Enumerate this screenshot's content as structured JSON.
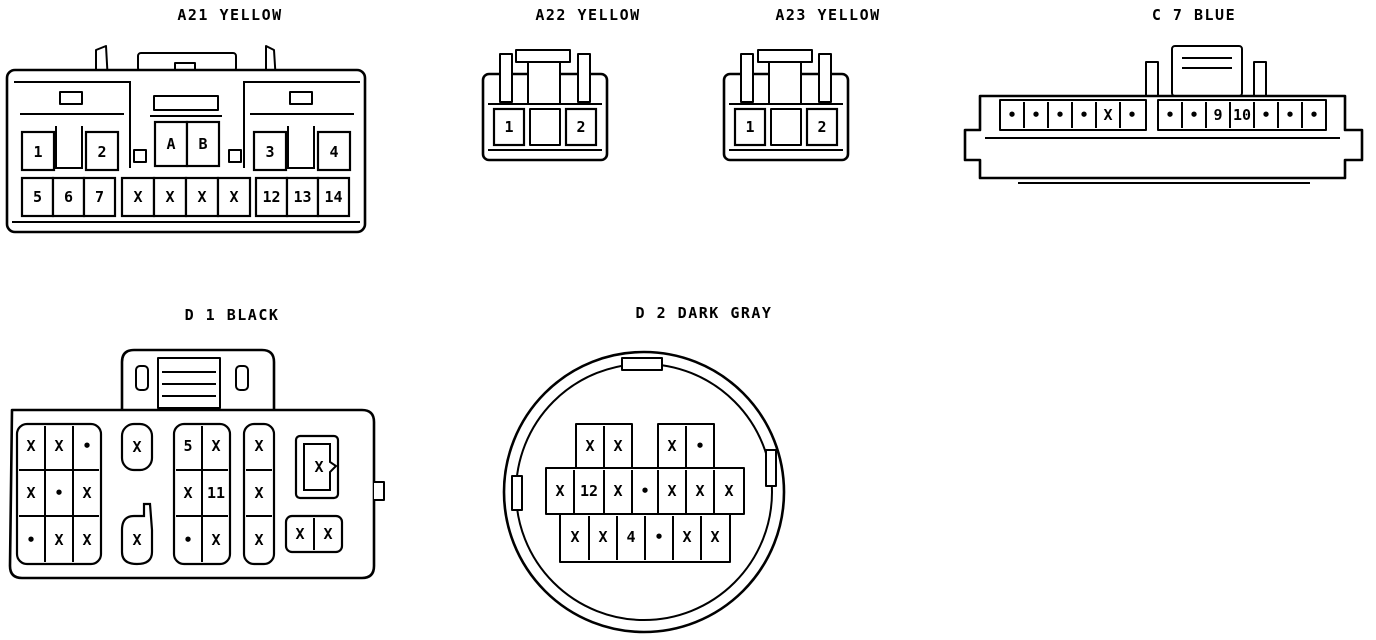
{
  "connectors": {
    "a21": {
      "title": "A21 YELLOW",
      "top": {
        "c1": "1",
        "c2": "2",
        "cA": "A",
        "cB": "B",
        "c3": "3",
        "c4": "4"
      },
      "bottom": [
        "5",
        "6",
        "7",
        "X",
        "X",
        "X",
        "X",
        "12",
        "13",
        "14"
      ]
    },
    "a22": {
      "title": "A22 YELLOW",
      "pins": [
        "1",
        "2"
      ]
    },
    "a23": {
      "title": "A23 YELLOW",
      "pins": [
        "1",
        "2"
      ]
    },
    "c7": {
      "title": "C 7 BLUE",
      "left": [
        "•",
        "•",
        "•",
        "•",
        "X",
        "•"
      ],
      "right": [
        "•",
        "•",
        "9",
        "10",
        "•",
        "•",
        "•"
      ]
    },
    "d1": {
      "title": "D 1 BLACK",
      "g1": [
        "X",
        "X",
        "•",
        "X",
        "•",
        "X",
        "•",
        "X",
        "X"
      ],
      "g2": [
        "X",
        "X"
      ],
      "g3": [
        "5",
        "X",
        "X",
        "11",
        "•",
        "X"
      ],
      "g4": [
        "X",
        "X",
        "X"
      ],
      "g5": [
        "X",
        "X",
        "X"
      ]
    },
    "d2": {
      "title": "D 2 DARK GRAY",
      "row1": [
        "X",
        "X",
        "X",
        "•"
      ],
      "row2": [
        "X",
        "12",
        "X",
        "•",
        "X",
        "X",
        "X"
      ],
      "row3": [
        "X",
        "X",
        "4",
        "•",
        "X",
        "X"
      ]
    }
  },
  "colors": {
    "line": "#000000",
    "background": "#ffffff"
  }
}
